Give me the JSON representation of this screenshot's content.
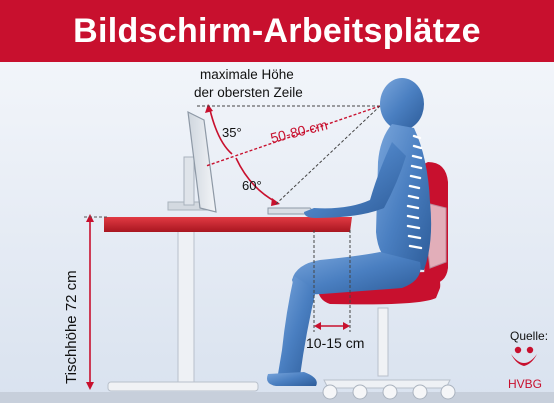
{
  "header": {
    "title": "Bildschirm-Arbeitsplätze"
  },
  "labels": {
    "max_height_line1": "maximale Höhe",
    "max_height_line2": "der obersten Zeile",
    "angle_upper": "35°",
    "angle_lower": "60°",
    "viewing_distance": "50-80 cm",
    "table_height": "Tischhöhe 72 cm",
    "knee_clearance": "10-15 cm"
  },
  "source": {
    "label": "Quelle:",
    "org": "HVBG"
  },
  "colors": {
    "header_bg": "#c8102e",
    "accent_red": "#d21f2a",
    "body_blue": "#4a7fc1",
    "background": "#e9eef6"
  },
  "icons": [
    "ergonomic-workstation-illustration",
    "hvbg-logo-icon"
  ]
}
